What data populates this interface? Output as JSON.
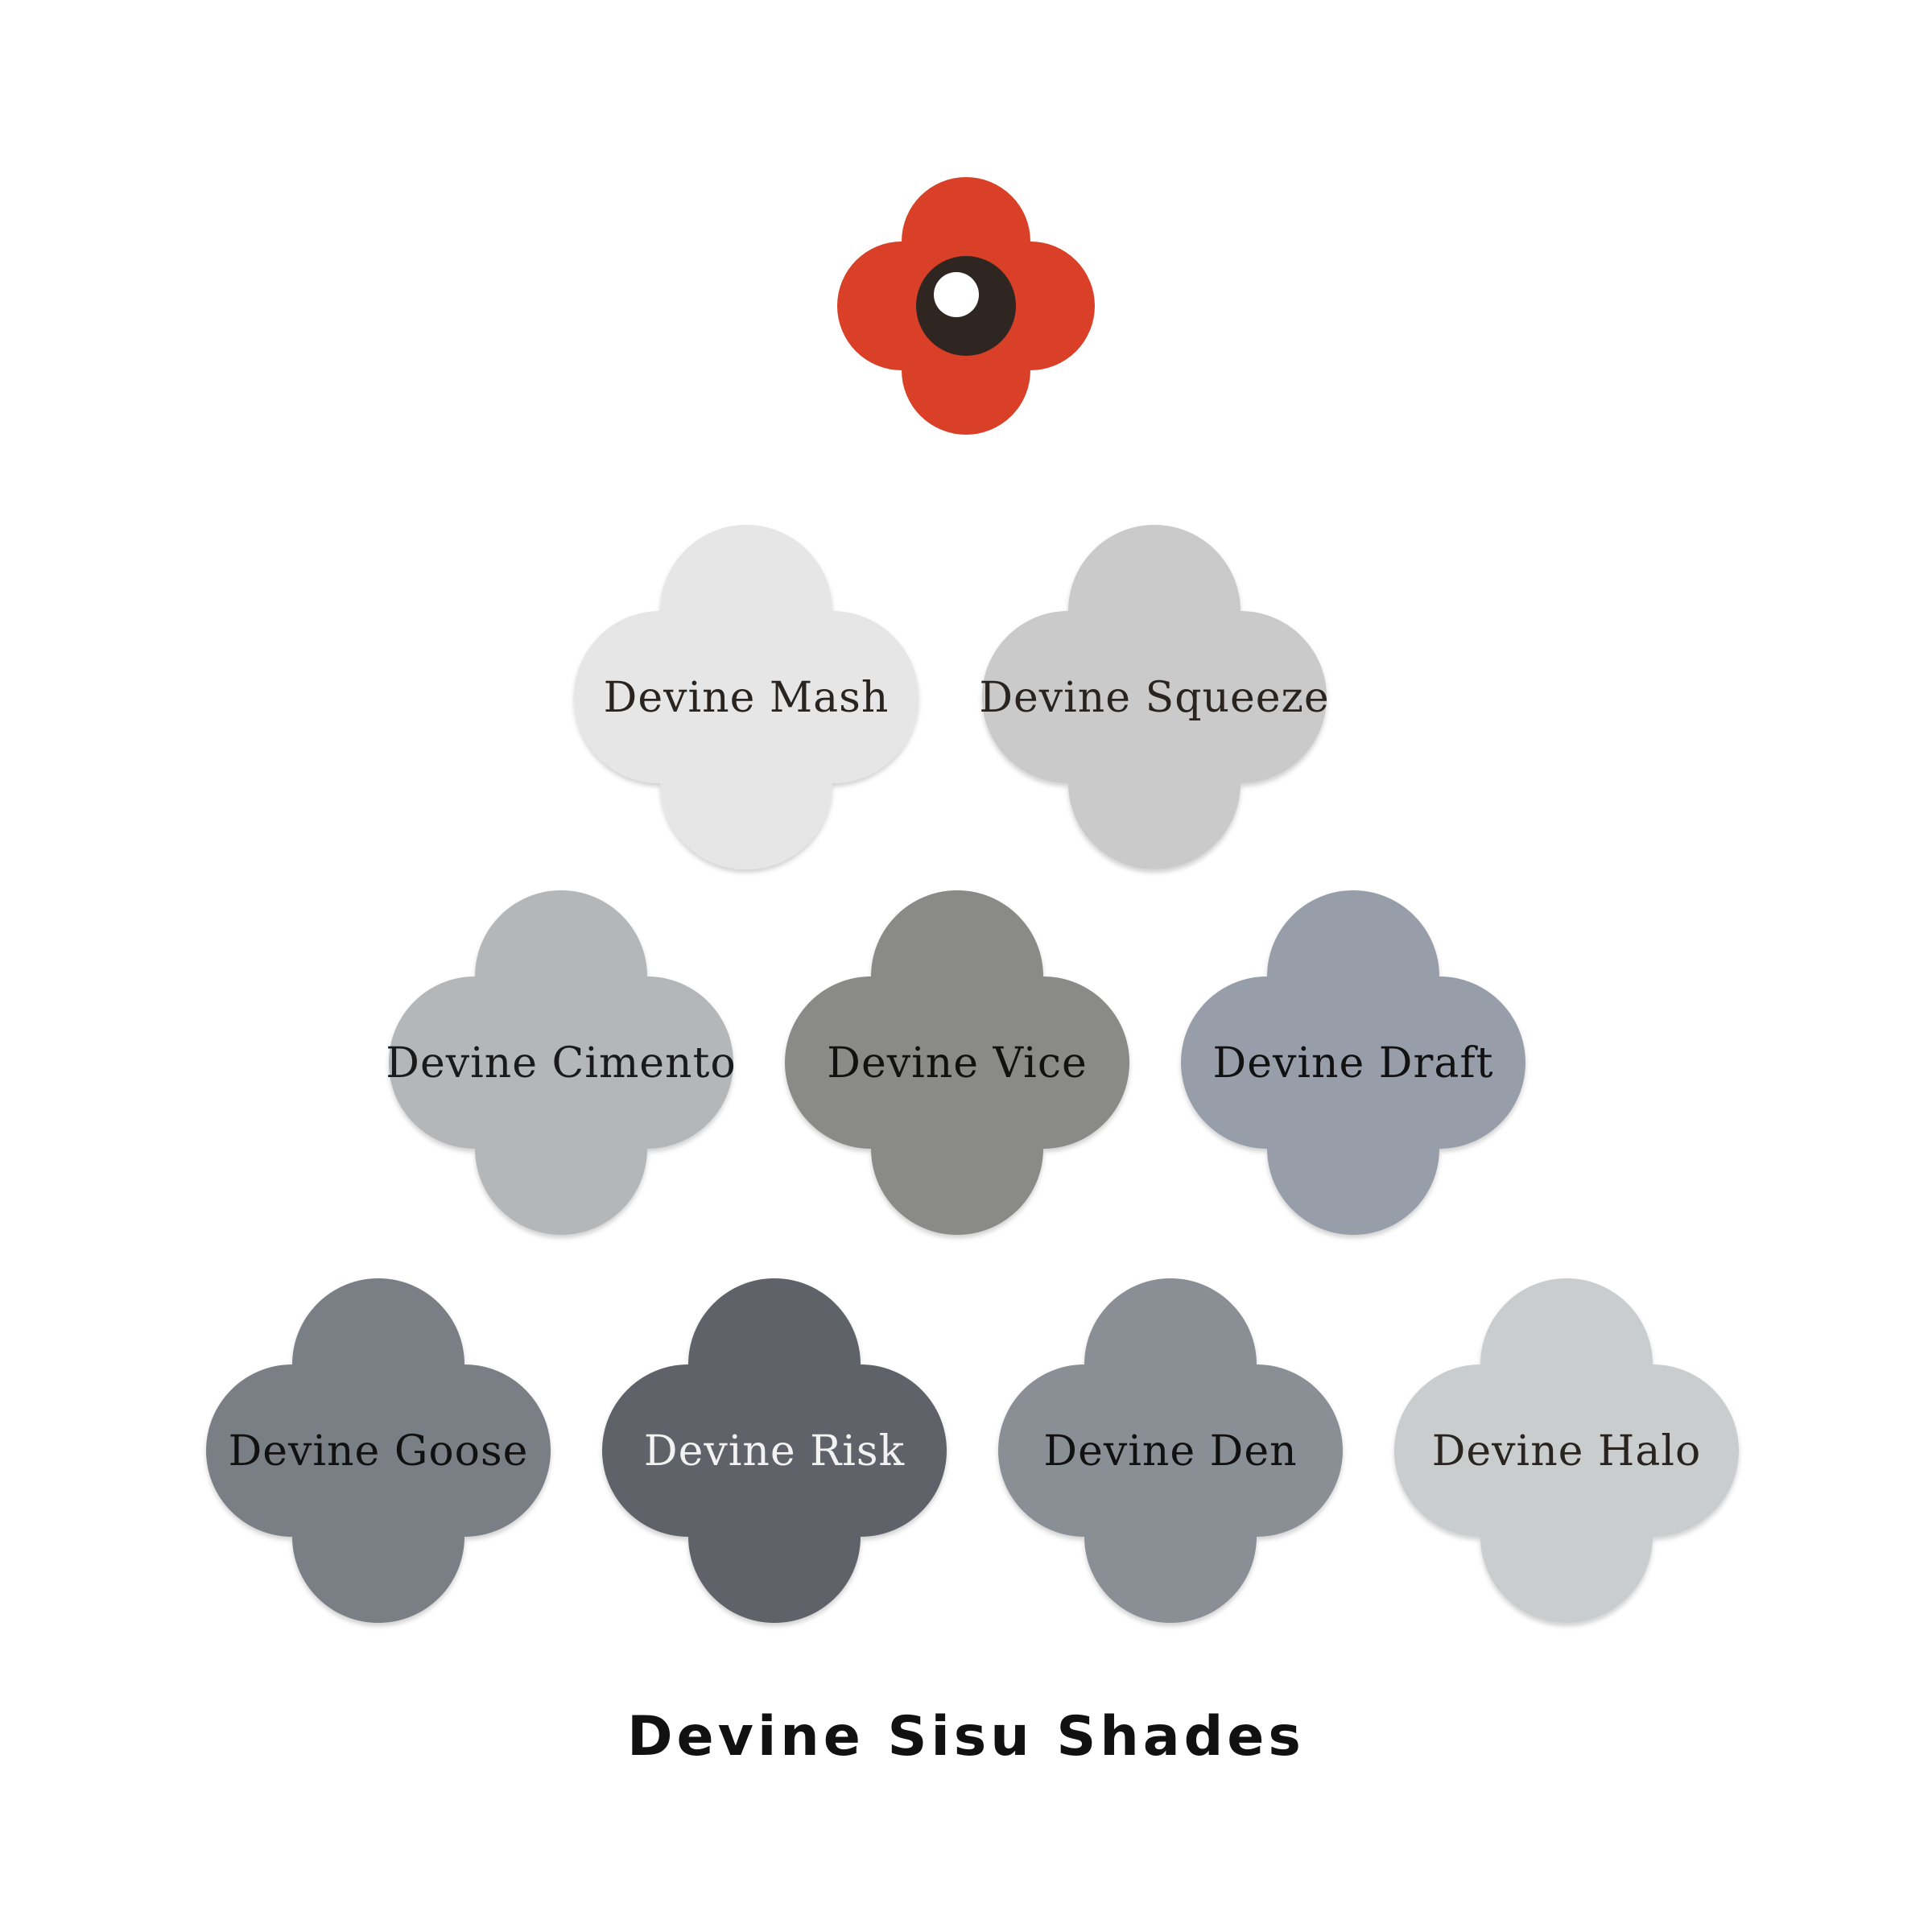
{
  "logo": {
    "petal_color": "#d94027",
    "center_color": "#2f2622",
    "highlight_color": "#ffffff"
  },
  "swatches": [
    {
      "label": "Devine Mash",
      "color": "#e6e6e6",
      "text_color": "#2a2420"
    },
    {
      "label": "Devine Squeeze",
      "color": "#cacaca",
      "text_color": "#2a2420"
    },
    {
      "label": "Devine Cimento",
      "color": "#b5b6b8",
      "text_color": "#1a1a1a"
    },
    {
      "label": "Devine Vice",
      "color": "#8a8a89",
      "text_color": "#111111"
    },
    {
      "label": "Devine Draft",
      "color": "#989ea9",
      "text_color": "#111111"
    },
    {
      "label": "Devine Goose",
      "color": "#7a7f86",
      "text_color": "#111111"
    },
    {
      "label": "Devine Risk",
      "color": "#5e6268",
      "text_color": "#f2f2f2"
    },
    {
      "label": "Devine Den",
      "color": "#8a8f96",
      "text_color": "#111111"
    },
    {
      "label": "Devine Halo",
      "color": "#c9cdce",
      "text_color": "#2a2420"
    }
  ],
  "title": "Devine Sisu Shades"
}
